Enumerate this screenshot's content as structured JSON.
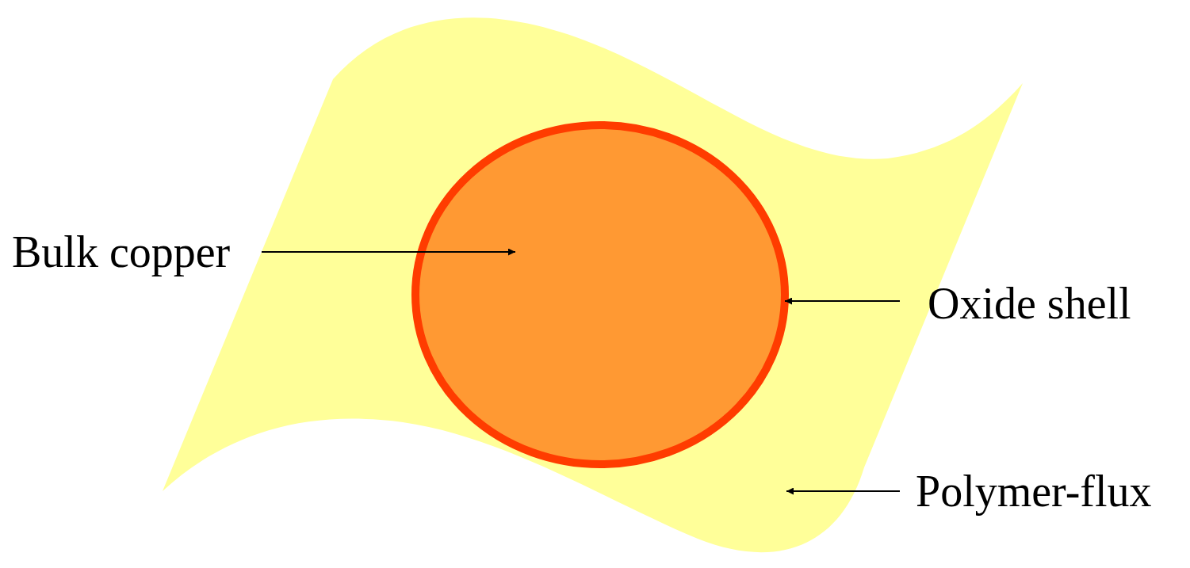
{
  "diagram": {
    "labels": [
      "Bulk copper",
      "Oxide shell",
      "Polymer-flux"
    ]
  }
}
